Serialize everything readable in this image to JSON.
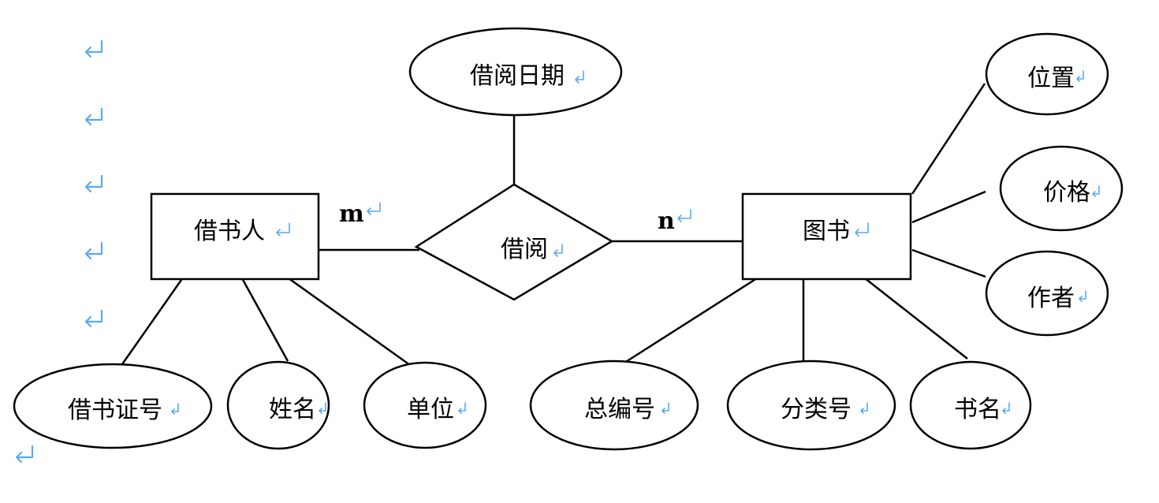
{
  "diagram": {
    "relationship": {
      "label": "借阅"
    },
    "relationship_attribute": {
      "label": "借阅日期"
    },
    "entities": {
      "borrower": {
        "label": "借书人"
      },
      "book": {
        "label": "图书"
      }
    },
    "cardinality": {
      "borrower_side": "m",
      "book_side": "n"
    },
    "borrower_attributes": {
      "card_no": "借书证号",
      "name": "姓名",
      "unit": "单位"
    },
    "book_attributes": {
      "total_no": "总编号",
      "class_no": "分类号",
      "title": "书名",
      "location": "位置",
      "price": "价格",
      "author": "作者"
    }
  },
  "colors": {
    "line": "#000000",
    "paragraph_mark": "#5aaaf0",
    "background": "#ffffff"
  },
  "icons": {
    "paragraph_mark": "return-arrow"
  }
}
